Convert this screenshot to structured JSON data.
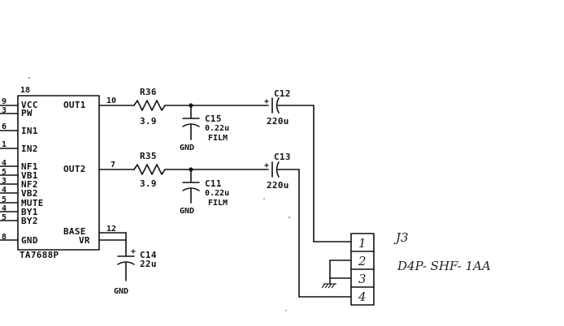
{
  "ic": {
    "part": "TA7688P",
    "top_pin": "18",
    "left_pins": [
      {
        "num": "9",
        "label": "VCC"
      },
      {
        "num": "3",
        "label": "PW"
      },
      {
        "num": "6",
        "label": "IN1"
      },
      {
        "num": "1",
        "label": "IN2"
      },
      {
        "num": "4",
        "label": "NF1"
      },
      {
        "num": "5",
        "label": "VB1"
      },
      {
        "num": "3",
        "label": "NF2"
      },
      {
        "num": "4",
        "label": "VB2"
      },
      {
        "num": "5",
        "label": "MUTE"
      },
      {
        "num": "4",
        "label": "BY1"
      },
      {
        "num": "5",
        "label": "BY2"
      },
      {
        "num": "8",
        "label": "GND"
      }
    ],
    "right_pins": [
      {
        "num": "10",
        "label": "OUT1"
      },
      {
        "num": "7",
        "label": "OUT2"
      },
      {
        "num": "12",
        "label": "BASE"
      },
      {
        "num": "",
        "label": "VR"
      }
    ]
  },
  "resistors": [
    {
      "ref": "R36",
      "value": "3.9"
    },
    {
      "ref": "R35",
      "value": "3.9"
    }
  ],
  "film_caps": [
    {
      "ref": "C15",
      "value": "0.22u",
      "type": "FILM",
      "gnd": "GND"
    },
    {
      "ref": "C11",
      "value": "0.22u",
      "type": "FILM",
      "gnd": "GND"
    }
  ],
  "coupling_caps": [
    {
      "ref": "C12",
      "value": "220u",
      "plus": "+"
    },
    {
      "ref": "C13",
      "value": "220u",
      "plus": "+"
    }
  ],
  "base_cap": {
    "ref": "C14",
    "value": "22u",
    "plus": "+",
    "gnd": "GND"
  },
  "connector": {
    "ref": "J3",
    "part": "D4P- SHF- 1AA",
    "pins": [
      "1",
      "2",
      "3",
      "4"
    ]
  }
}
